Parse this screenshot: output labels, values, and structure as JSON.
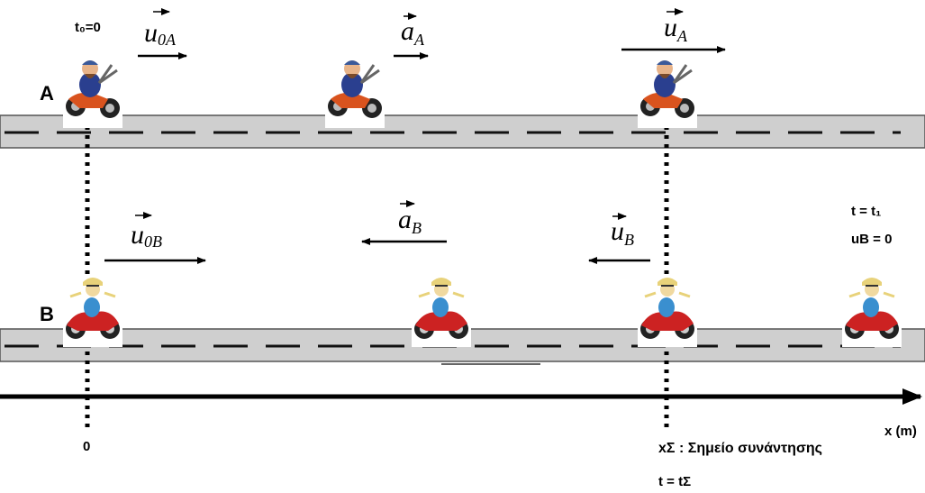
{
  "lane_a": {
    "label": "A",
    "start_time": "t₀=0",
    "vectors": [
      {
        "symbol": "u",
        "subscript": "0A",
        "direction": "right"
      },
      {
        "symbol": "a",
        "subscript": "A",
        "direction": "right"
      },
      {
        "symbol": "u",
        "subscript": "A",
        "direction": "right"
      }
    ],
    "rider_count": 3,
    "rider_icon": "biker-a-icon"
  },
  "lane_b": {
    "label": "B",
    "vectors": [
      {
        "symbol": "u",
        "subscript": "0B",
        "direction": "right"
      },
      {
        "symbol": "a",
        "subscript": "B",
        "direction": "left"
      },
      {
        "symbol": "u",
        "subscript": "B",
        "direction": "left"
      }
    ],
    "stop_time": "t = t₁",
    "stop_velocity": "uB = 0",
    "rider_count": 4,
    "rider_icon": "biker-b-icon"
  },
  "axis": {
    "label": "x (m)",
    "origin": "0",
    "meeting_point": "xΣ : Σημείο συνάντησης",
    "meeting_time": "t = tΣ"
  },
  "colors": {
    "road": "#cfcfcf",
    "road_edge": "#555555",
    "ink": "#000000"
  }
}
